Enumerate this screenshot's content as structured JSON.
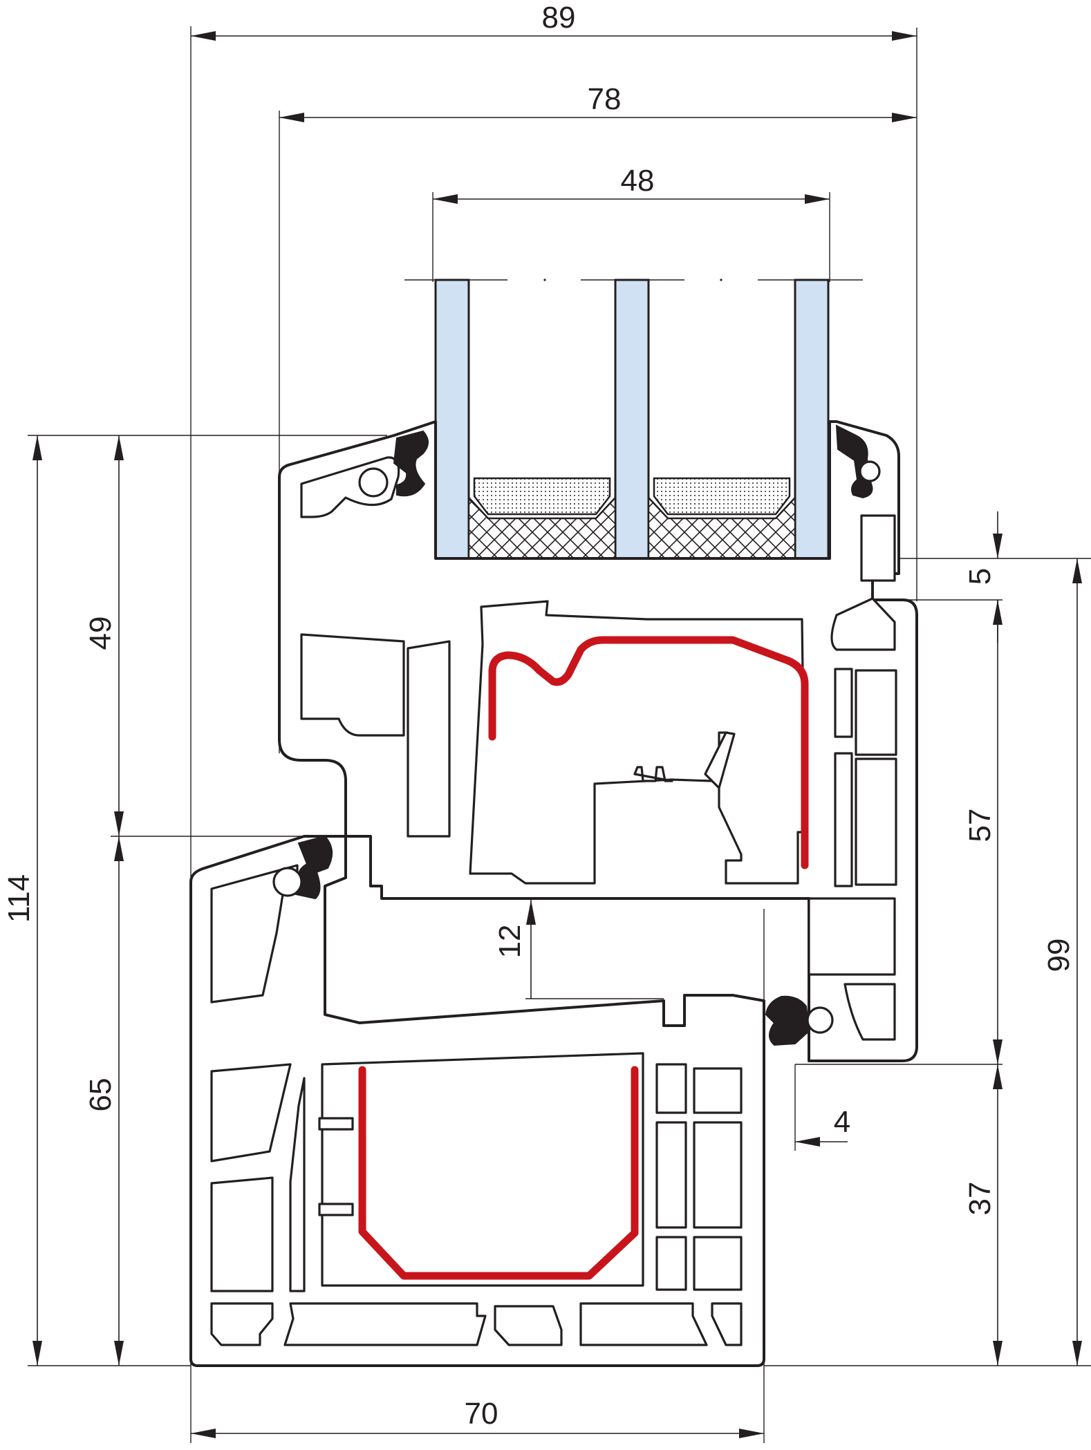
{
  "dimensions": {
    "d89": "89",
    "d78": "78",
    "d48": "48",
    "d114": "114",
    "d49": "49",
    "d65": "65",
    "d12": "12",
    "d5": "5",
    "d57": "57",
    "d99": "99",
    "d37": "37",
    "d4": "4",
    "d70": "70"
  },
  "colors": {
    "steel_reinforcement": "#c8151b",
    "glass": "#cfe1f2",
    "outline": "#231f20"
  }
}
